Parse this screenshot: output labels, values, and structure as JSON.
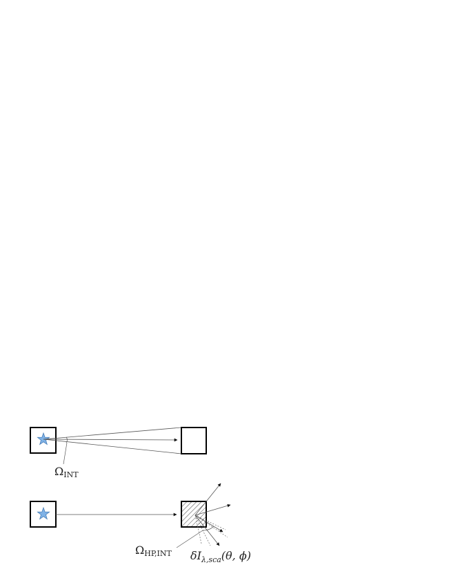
{
  "diagram": {
    "top": {
      "label_main": "Ω",
      "label_sub": "INT"
    },
    "bottom": {
      "label_main": "Ω",
      "label_sub": "HP,INT",
      "scatter_label": "δI",
      "scatter_sub": "λ,sca",
      "scatter_args": "(θ, ϕ)"
    },
    "colors": {
      "star_fill": "#7fb2e6",
      "star_stroke": "#4a7fb8",
      "box_stroke": "#000000",
      "ray_stroke": "#555555",
      "hatch_stroke": "#444444"
    },
    "icons": [
      "star-icon",
      "star-icon"
    ]
  }
}
